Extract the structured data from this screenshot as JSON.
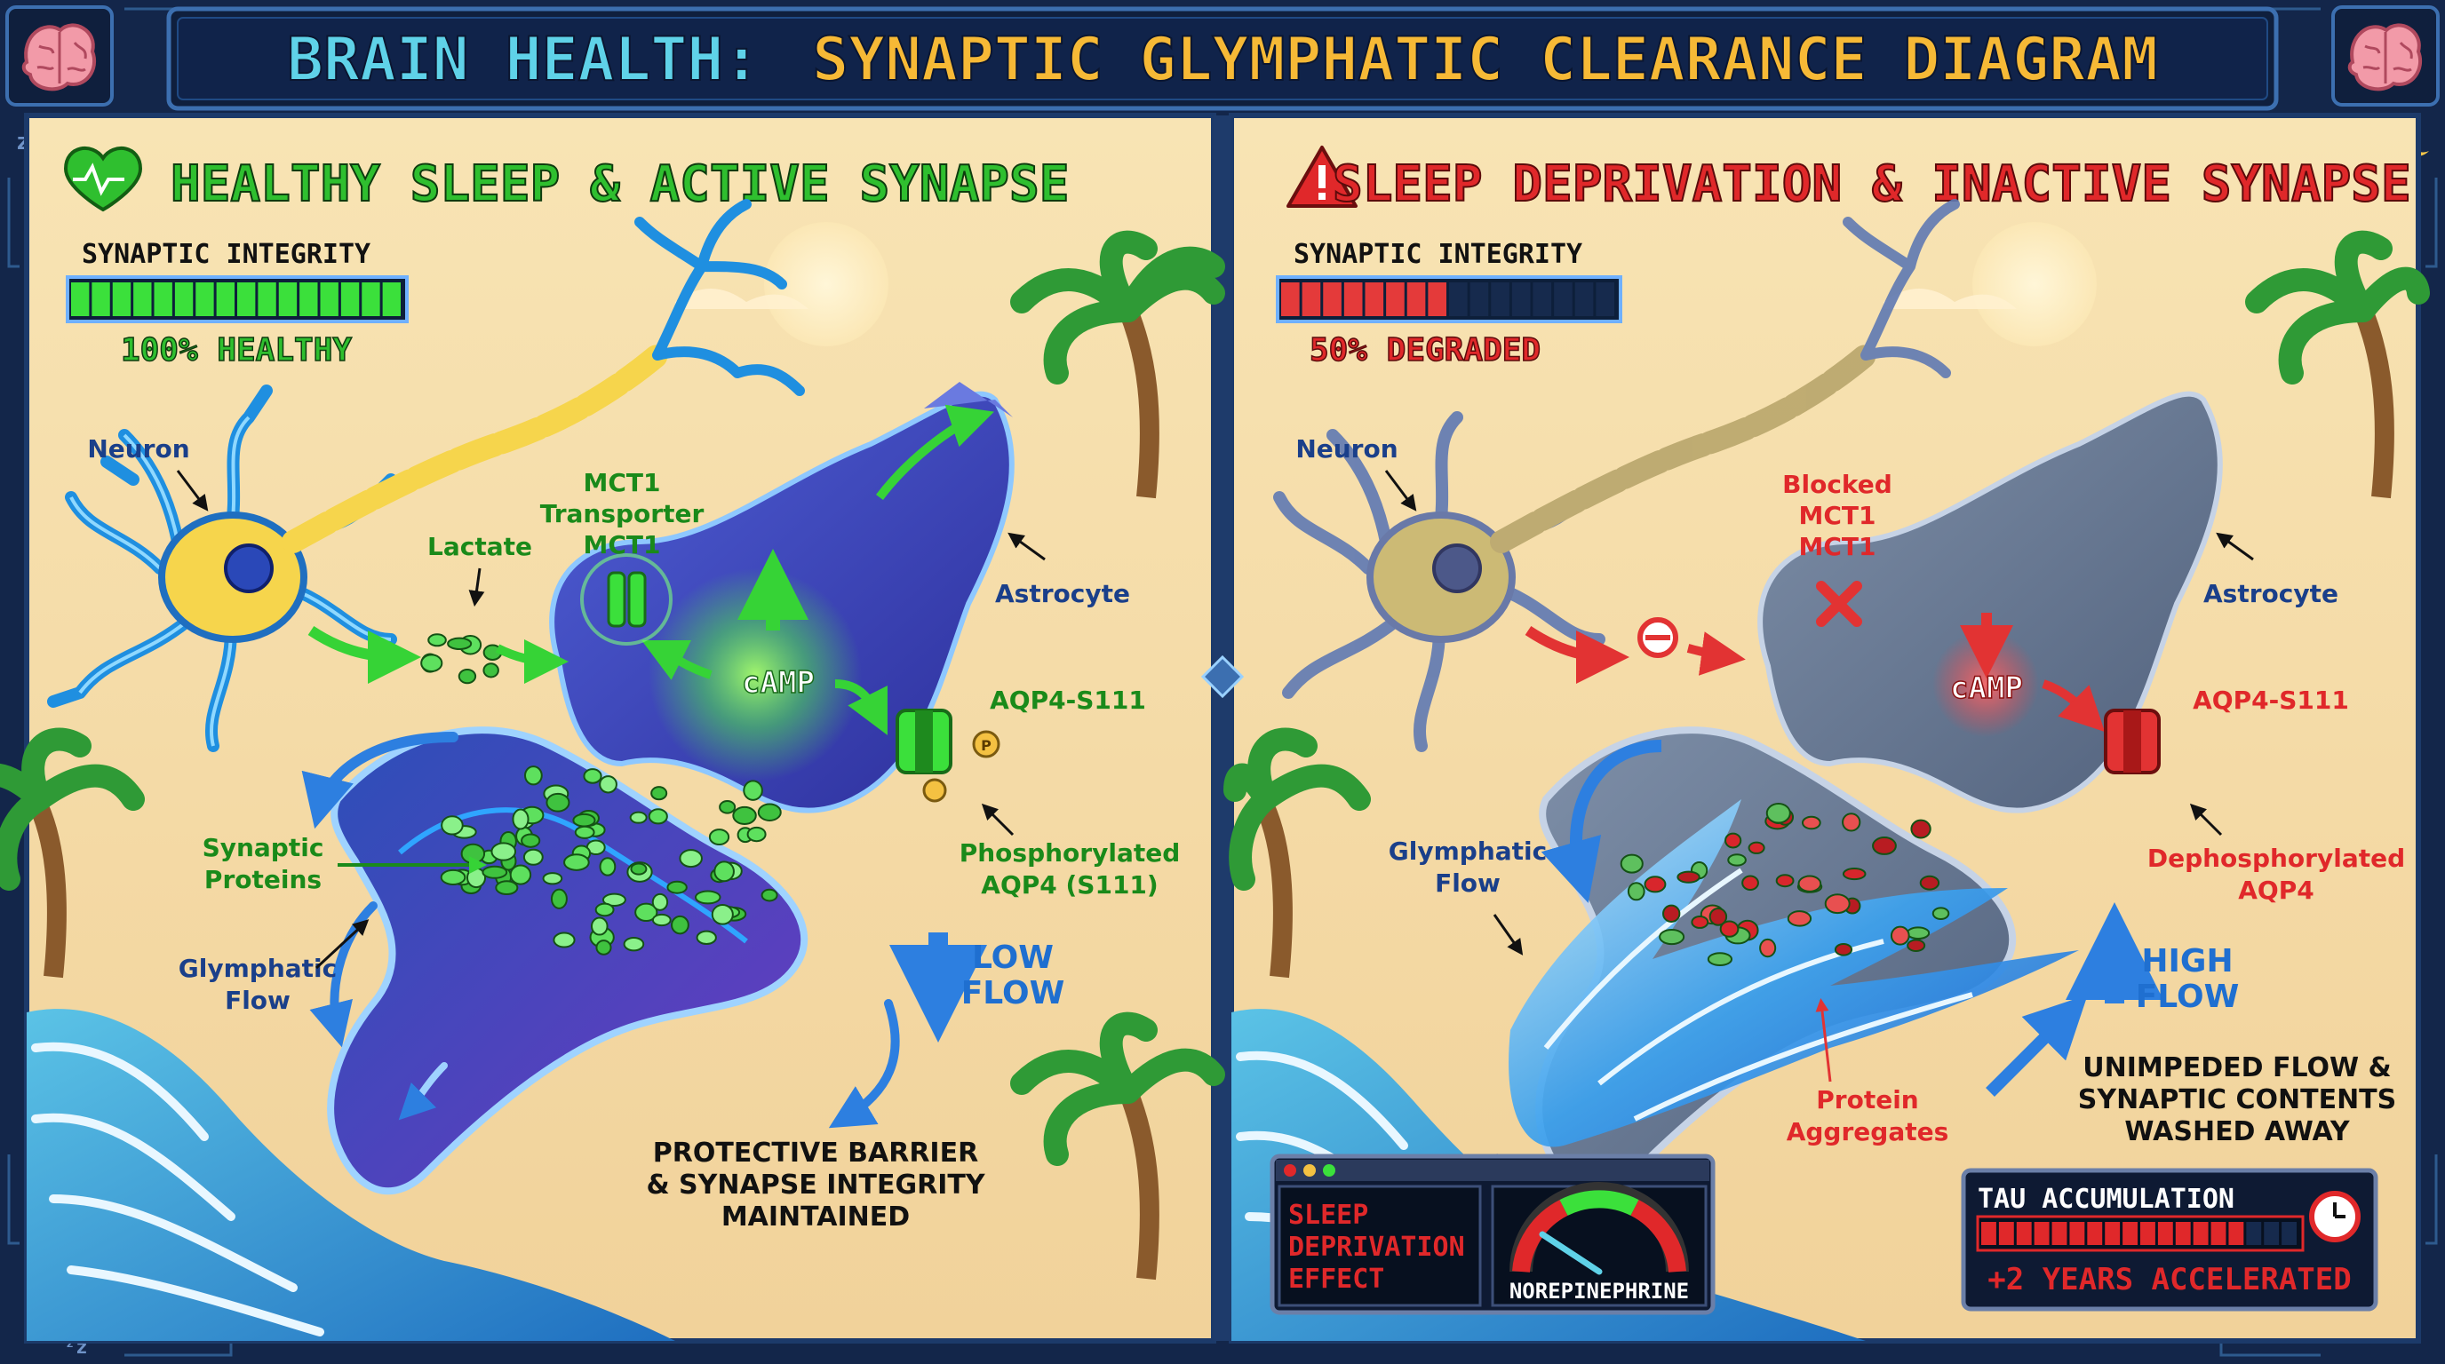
{
  "title": {
    "prefix": "BRAIN HEALTH:",
    "main": "SYNAPTIC GLYMPHATIC CLEARANCE DIAGRAM"
  },
  "left": {
    "heading": "HEALTHY SLEEP & ACTIVE SYNAPSE",
    "integrity_label": "SYNAPTIC INTEGRITY",
    "integrity_value": 1.0,
    "integrity_status": "100% HEALTHY",
    "labels": {
      "neuron": "Neuron",
      "lactate": "Lactate",
      "mct1_a": "MCT1",
      "mct1_b": "Transporter",
      "mct1_c": "MCT1",
      "astrocyte": "Astrocyte",
      "camp": "cAMP",
      "aqp4": "AQP4-S111",
      "phospho_a": "Phosphorylated",
      "phospho_b": "AQP4 (S111)",
      "synaptic_a": "Synaptic",
      "synaptic_b": "Proteins",
      "glymph_a": "Glymphatic",
      "glymph_b": "Flow",
      "flow_a": "LOW",
      "flow_b": "FLOW",
      "barrier_a": "PROTECTIVE BARRIER",
      "barrier_b": "& SYNAPSE INTEGRITY",
      "barrier_c": "MAINTAINED"
    },
    "colors": {
      "heading": "#2fbf2f",
      "accent": "#3be03b"
    }
  },
  "right": {
    "heading": "SLEEP DEPRIVATION & INACTIVE SYNAPSE",
    "integrity_label": "SYNAPTIC INTEGRITY",
    "integrity_value": 0.5,
    "integrity_status": "50% DEGRADED",
    "labels": {
      "neuron": "Neuron",
      "blocked_a": "Blocked",
      "blocked_b": "MCT1",
      "blocked_c": "MCT1",
      "astrocyte": "Astrocyte",
      "camp": "cAMP",
      "aqp4": "AQP4-S111",
      "dephos_a": "Dephosphorylated",
      "dephos_b": "AQP4",
      "glymph_a": "Glymphatic",
      "glymph_b": "Flow",
      "flow_a": "HIGH",
      "flow_b": "FLOW",
      "protein_a": "Protein",
      "protein_b": "Aggregates",
      "unimpeded_a": "UNIMPEDED FLOW &",
      "unimpeded_b": "SYNAPTIC CONTENTS",
      "unimpeded_c": "WASHED AWAY"
    },
    "effect_box": {
      "line1": "SLEEP",
      "line2": "DEPRIVATION",
      "line3": "EFFECT",
      "gauge_label": "NOREPINEPHRINE"
    },
    "tau_box": {
      "label": "TAU ACCUMULATION",
      "value": 0.85,
      "note": "+2 YEARS ACCELERATED"
    },
    "colors": {
      "heading": "#e0282a",
      "accent": "#e43a3a"
    }
  },
  "icons": [
    "brain-icon",
    "heart-pulse-icon",
    "warning-icon",
    "palm-tree-icon",
    "sun-icon",
    "moon-icon",
    "clock-icon",
    "gauge-icon",
    "blocked-icon",
    "sleep-zz-icon"
  ]
}
